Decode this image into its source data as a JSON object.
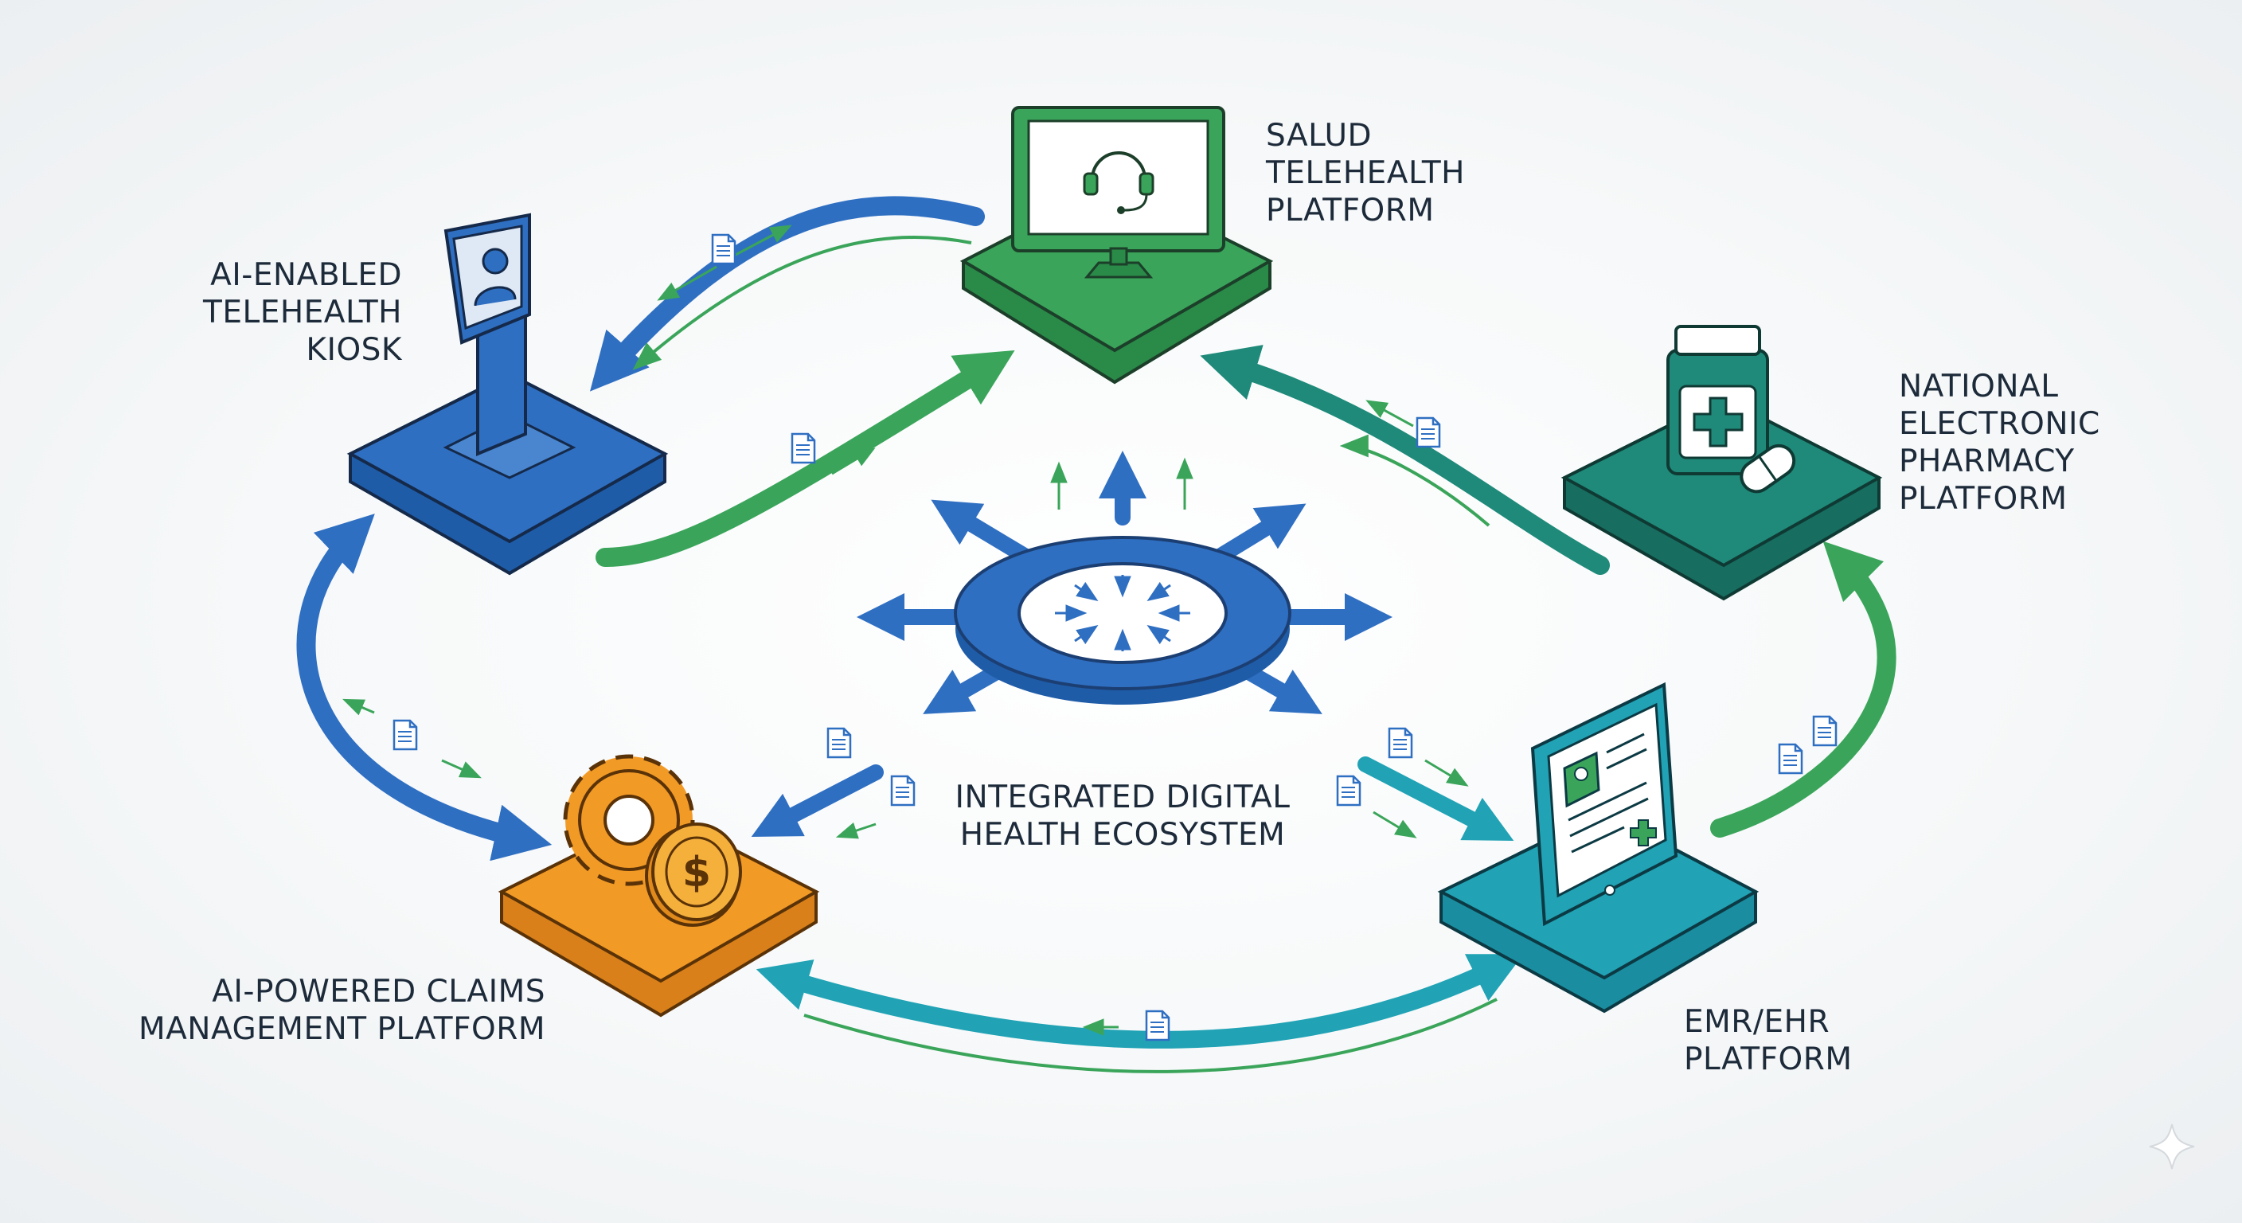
{
  "nodes": {
    "kiosk": {
      "lines": [
        "AI-ENABLED",
        "TELEHEALTH",
        "KIOSK"
      ],
      "color": "#2f6fc2"
    },
    "telehealth": {
      "lines": [
        "SALUD",
        "TELEHEALTH",
        "PLATFORM"
      ],
      "color": "#3aa55a"
    },
    "pharmacy": {
      "lines": [
        "NATIONAL",
        "ELECTRONIC",
        "PHARMACY",
        "PLATFORM"
      ],
      "color": "#1f8a7a"
    },
    "emr": {
      "lines": [
        "EMR/EHR",
        "PLATFORM"
      ],
      "color": "#21a3b5"
    },
    "claims": {
      "lines": [
        "AI-POWERED CLAIMS",
        "MANAGEMENT PLATFORM"
      ],
      "color": "#f29a26"
    }
  },
  "hub": {
    "lines": [
      "INTEGRATED DIGITAL",
      "HEALTH ECOSYSTEM"
    ],
    "color": "#2f6fc2"
  },
  "icons": [
    "kiosk-icon",
    "headset-monitor-icon",
    "medicine-bottle-icon",
    "tablet-record-icon",
    "gear-coin-icon",
    "document-icon",
    "sparkle-icon"
  ]
}
